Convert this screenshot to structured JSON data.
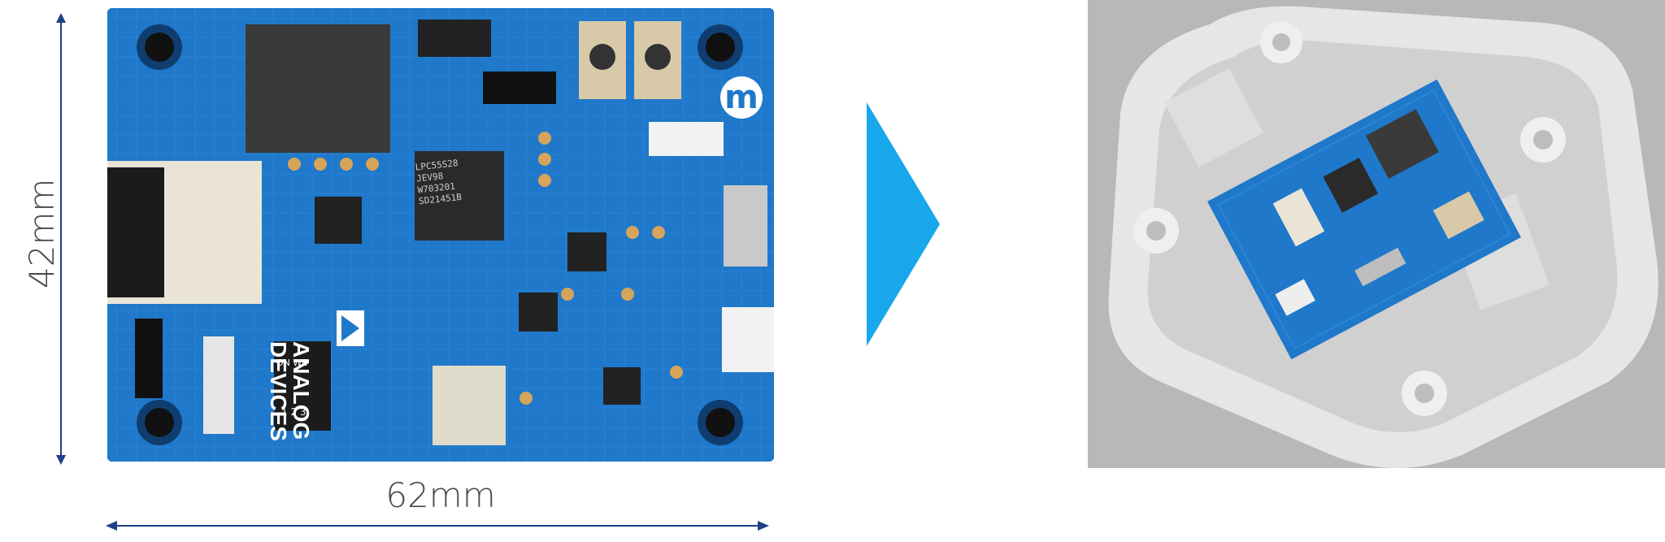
{
  "dimensions": {
    "height_label": "42mm",
    "width_label": "62mm"
  },
  "board": {
    "brand_label": "ANALOG\nDEVICES",
    "chip_label": "LPC55S28\nJEV98\nW703201\nSD21451B",
    "badge_letter": "m",
    "switch_label": "ON WE",
    "switch_nums": "1 2 3"
  },
  "colors": {
    "board_blue": "#1f78c9",
    "arrow_blue": "#17a7ea",
    "dimension_line": "#1e3f8a"
  },
  "icons": {
    "arrow": "right-triangle-arrow"
  }
}
